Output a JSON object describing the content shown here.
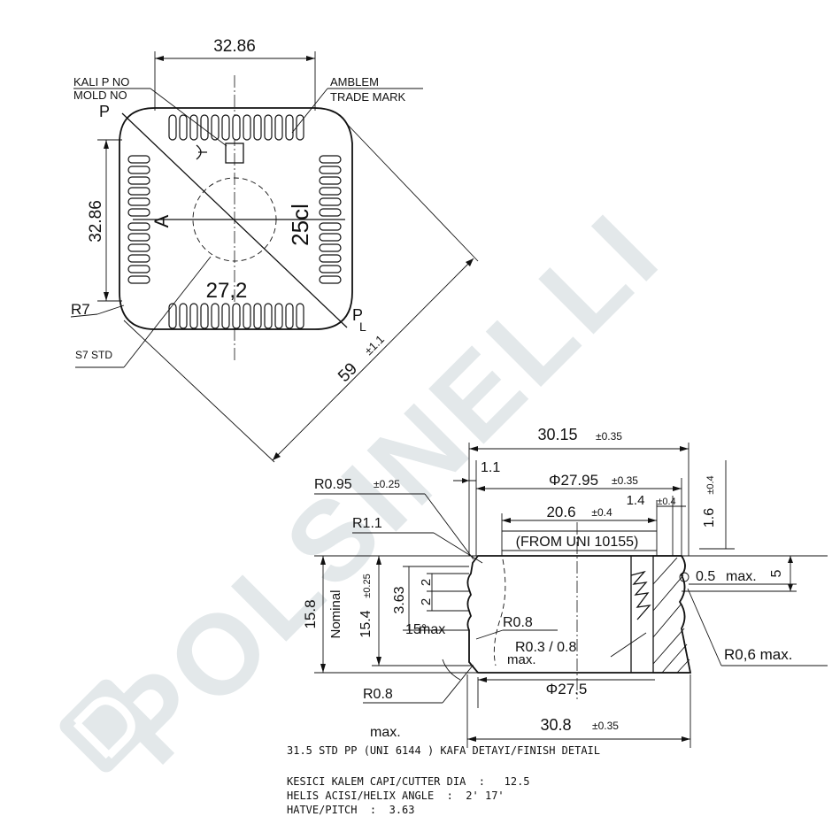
{
  "watermark": {
    "text": "POLSINELLI",
    "color": "#e3e8ea"
  },
  "top_view": {
    "width_dim": "32.86",
    "height_dim": "32.86",
    "mold_label_1": "KALI P  NO",
    "mold_label_2": "MOLD NO",
    "trade_label_1": "AMBLEM",
    "trade_label_2": "TRADE MARK",
    "p_mark": "P",
    "pl_mark_p": "P",
    "pl_mark_l": "L",
    "a_mark": "A",
    "capacity": "25cl",
    "inner_dia": "27,2",
    "radius": "R7",
    "std_label": "S7 STD",
    "diag_dim": "59",
    "diag_tol": "±1.1"
  },
  "section_view": {
    "d_30_15": "30.15",
    "t_30_15": "±0.35",
    "d_1_1": "1.1",
    "d_27_95": "Φ27.95",
    "t_27_95": "±0.35",
    "r_0_95": "R0.95",
    "t_0_95": "±0.25",
    "r_1_1": "R1.1",
    "d_20_6": "20.6",
    "t_20_6": "±0.4",
    "d_1_4": "1.4",
    "t_1_4": "±0.4",
    "d_1_6": "1.6",
    "t_1_6": "±0.4",
    "from_uni": "(FROM UNI 10155)",
    "d_0_5": "0.5",
    "max_0_5": "max.",
    "d_5": "5",
    "d_15_8": "15.8",
    "nominal": "Nominal",
    "d_15_4": "15.4",
    "t_15_4": "±0.25",
    "d_3_63": "3.63",
    "d_2a": "2",
    "d_2b": "2",
    "angle_15": "15°",
    "max_15": "max",
    "r_0_8_top": "R0.8",
    "r_03_08": "R0.3 / 0.8",
    "max_03": "max.",
    "r_0_6": "R0,6  max.",
    "d_27_5": "Φ27.5",
    "r_0_8_bot": "R0.8",
    "max_r08": "max.",
    "d_30_8": "30.8",
    "t_30_8": "±0.35"
  },
  "notes": {
    "title": "31.5 STD PP (UNI 6144 ) KAFA DETAYI/FINISH DETAIL",
    "line1": "KESICI KALEM CAPI/CUTTER DIA  :   12.5",
    "line2": "HELIS ACISI/HELIX ANGLE  :  2' 17'",
    "line3": "HATVE/PITCH  :  3.63"
  }
}
